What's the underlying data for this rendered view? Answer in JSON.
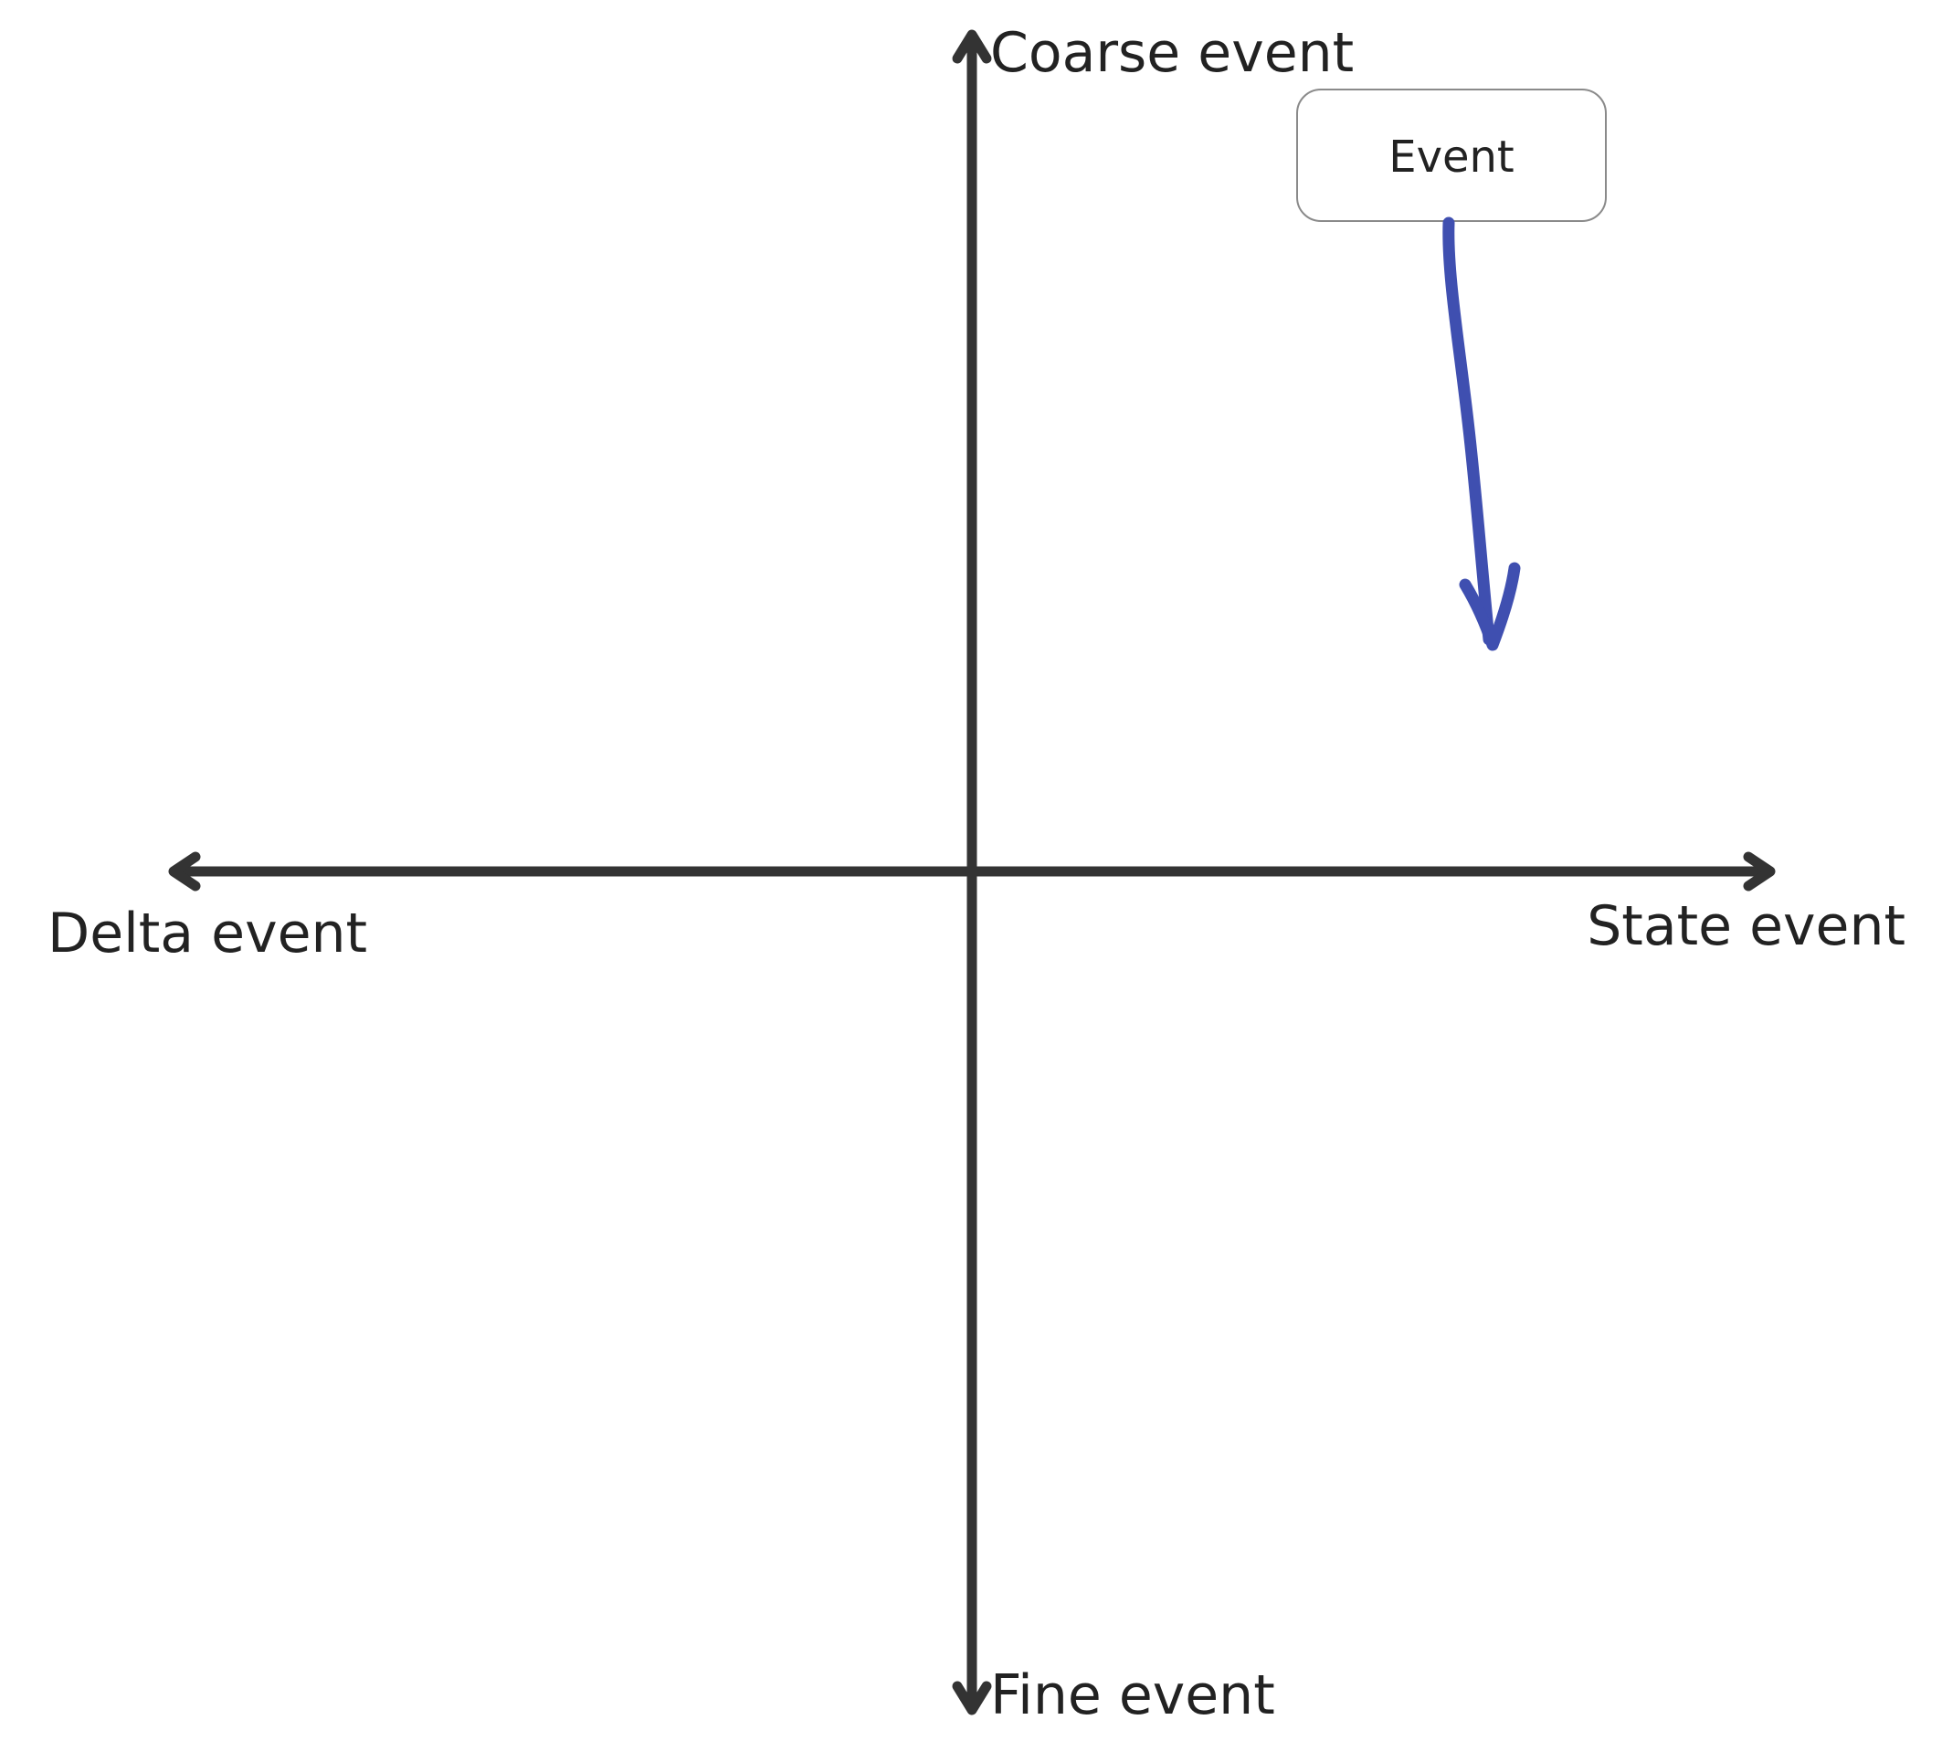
{
  "diagram": {
    "axes": {
      "top_label": "Coarse event",
      "bottom_label": "Fine event",
      "left_label": "Delta event",
      "right_label": "State event"
    },
    "node": {
      "label": "Event"
    }
  },
  "colors": {
    "axis": "#333333",
    "text": "#222222",
    "arrow": "#3f4fb0",
    "node_border": "#8a8a8a",
    "background": "#ffffff"
  }
}
